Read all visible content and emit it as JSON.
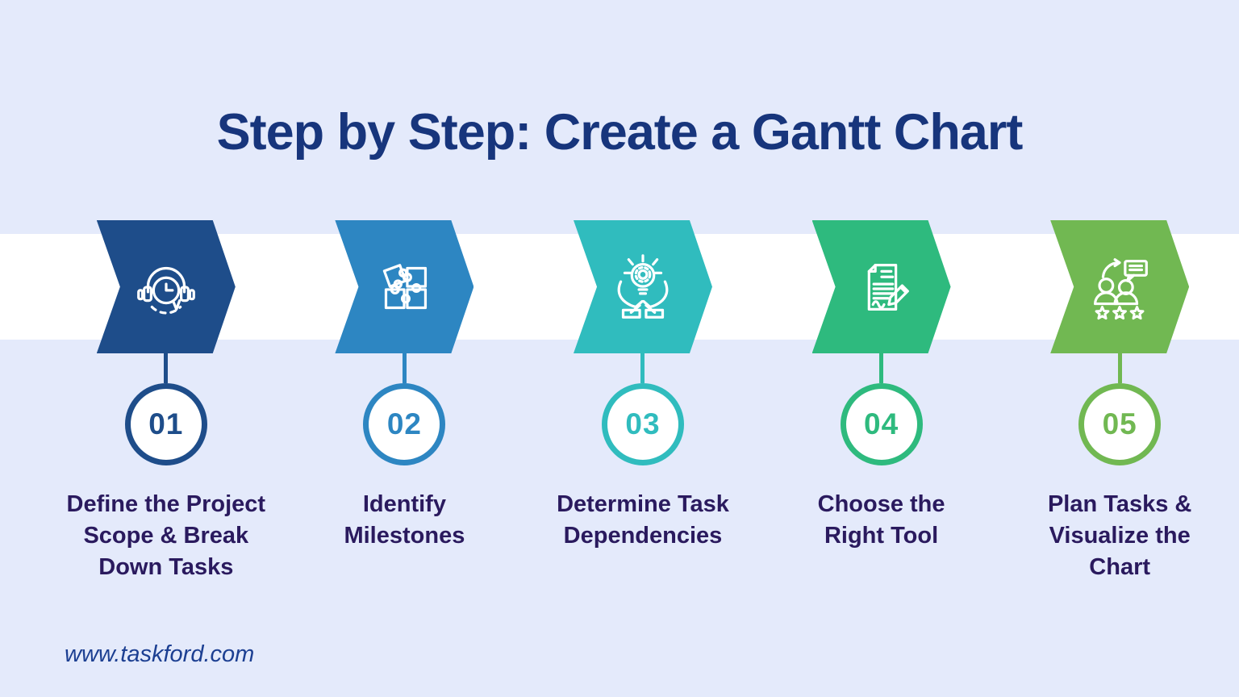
{
  "title": "Step by Step: Create a Gantt Chart",
  "colors": {
    "background": "#e4eafb",
    "band": "#ffffff",
    "title_text": "#17357c",
    "label_text": "#2a1a5e",
    "footer_text": "#1c3f92"
  },
  "steps": [
    {
      "number": "01",
      "label": "Define the Project\nScope & Break\nDown Tasks",
      "color": "#1e4d8a",
      "icon": "clock-headset-icon"
    },
    {
      "number": "02",
      "label": "Identify\nMilestones",
      "color": "#2d86c2",
      "icon": "puzzle-pieces-icon"
    },
    {
      "number": "03",
      "label": "Determine Task\nDependencies",
      "color": "#30bcbe",
      "icon": "hands-lightbulb-gear-icon"
    },
    {
      "number": "04",
      "label": "Choose the\nRight Tool",
      "color": "#2eba7e",
      "icon": "document-pencil-icon"
    },
    {
      "number": "05",
      "label": "Plan Tasks &\nVisualize the\nChart",
      "color": "#71b852",
      "icon": "team-feedback-icon"
    }
  ],
  "footer": {
    "url": "www.taskford.com"
  }
}
